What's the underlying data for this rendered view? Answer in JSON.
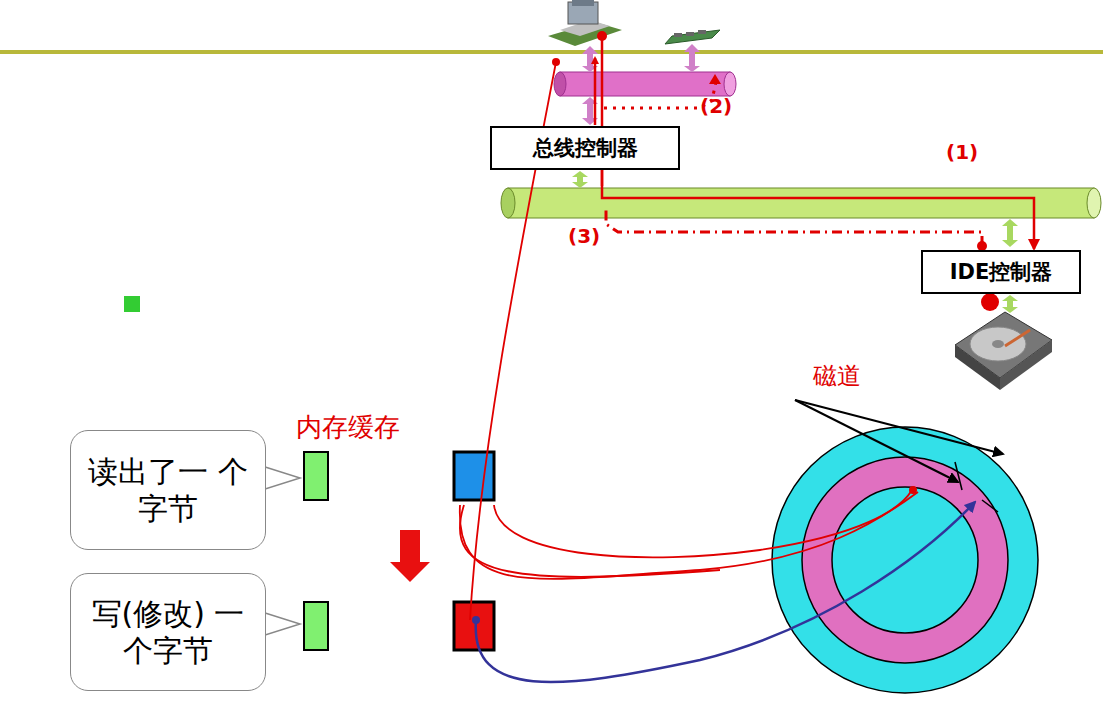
{
  "diagram": {
    "nodes": [
      {
        "text": [
          "总线控制器"
        ]
      },
      {
        "text": [
          "IDE控制器"
        ]
      },
      {
        "text": [
          "读出了一 个字节"
        ]
      },
      {
        "text": [
          "写(修改) 一个字节"
        ]
      }
    ],
    "edges": [
      {
        "from": 0,
        "to": 1,
        "arrow": "to",
        "label": "(1)"
      }
    ],
    "labels": [
      "(2)",
      "(3)",
      "磁道",
      "内存缓存"
    ]
  }
}
